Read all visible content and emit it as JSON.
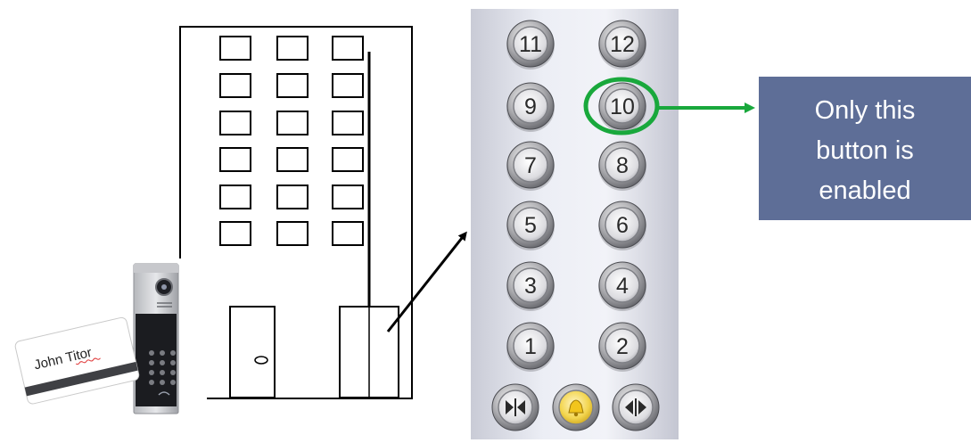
{
  "card": {
    "name": "John Titor"
  },
  "elevator_panel": {
    "floor_buttons": [
      {
        "label": "11",
        "enabled": false
      },
      {
        "label": "12",
        "enabled": false
      },
      {
        "label": "9",
        "enabled": false
      },
      {
        "label": "10",
        "enabled": true
      },
      {
        "label": "7",
        "enabled": false
      },
      {
        "label": "8",
        "enabled": false
      },
      {
        "label": "5",
        "enabled": false
      },
      {
        "label": "6",
        "enabled": false
      },
      {
        "label": "3",
        "enabled": false
      },
      {
        "label": "4",
        "enabled": false
      },
      {
        "label": "1",
        "enabled": false
      },
      {
        "label": "2",
        "enabled": false
      }
    ],
    "control_buttons": [
      "close-doors-icon",
      "alarm-bell-icon",
      "open-doors-icon"
    ]
  },
  "callout": {
    "lines": [
      "Only this",
      "button is",
      "enabled"
    ]
  },
  "colors": {
    "highlight": "#19a83c",
    "callout_bg": "#5e6e97",
    "bell": "#f2c51c"
  }
}
